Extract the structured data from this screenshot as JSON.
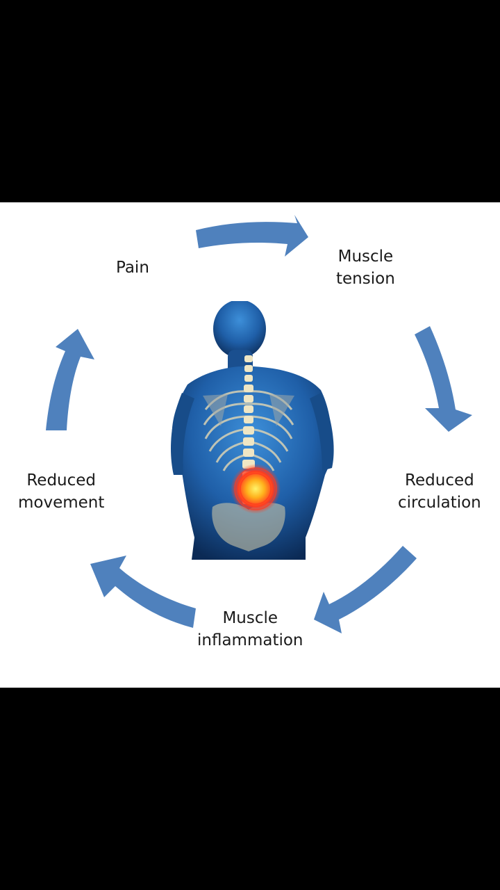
{
  "diagram": {
    "stages": [
      {
        "id": "pain",
        "lines": [
          "Pain"
        ]
      },
      {
        "id": "muscle-tension",
        "lines": [
          "Muscle",
          "tension"
        ]
      },
      {
        "id": "reduced-circulation",
        "lines": [
          "Reduced",
          "circulation"
        ]
      },
      {
        "id": "muscle-inflammation",
        "lines": [
          "Muscle",
          "inflammation"
        ]
      },
      {
        "id": "reduced-movement",
        "lines": [
          "Reduced",
          "movement"
        ]
      }
    ],
    "colors": {
      "arrow": "#4f81bd",
      "background": "#ffffff",
      "frame": "#000000",
      "body": "#1f5fa8",
      "pain_highlight": "#ff3b1f"
    },
    "center_image": "back-anatomy-illustration"
  }
}
